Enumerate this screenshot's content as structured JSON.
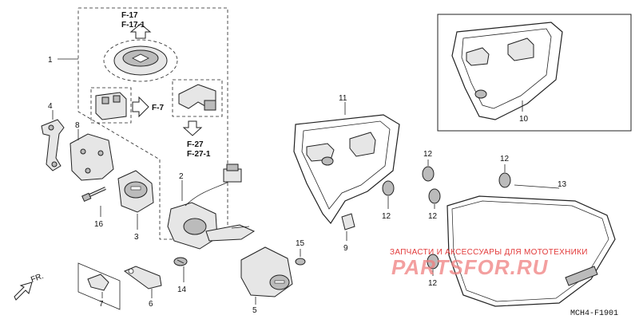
{
  "callouts": {
    "c1": "1",
    "c2": "2",
    "c3": "3",
    "c4": "4",
    "c5": "5",
    "c6": "6",
    "c7": "7",
    "c8": "8",
    "c9": "9",
    "c10": "10",
    "c11": "11",
    "c12a": "12",
    "c12b": "12",
    "c12c": "12",
    "c12d": "12",
    "c12e": "12",
    "c13": "13",
    "c14": "14",
    "c15": "15",
    "c16": "16"
  },
  "refs": {
    "f17": "F-17",
    "f171": "F-17-1",
    "f7": "F-7",
    "f27": "F-27",
    "f271": "F-27-1"
  },
  "front_label": "FR.",
  "diagram_code": "MCH4-F1901",
  "watermark": {
    "line1": "ЗАПЧАСТИ И АКСЕССУАРЫ ДЛЯ МОТОТЕХНИКИ",
    "line2": "PARTSFOR.RU"
  },
  "icons": {
    "front-arrow": "arrow-down-left",
    "ref-arrow-up": "hollow-arrow-up",
    "ref-arrow-right": "hollow-arrow-right",
    "ref-arrow-down": "hollow-arrow-down"
  }
}
